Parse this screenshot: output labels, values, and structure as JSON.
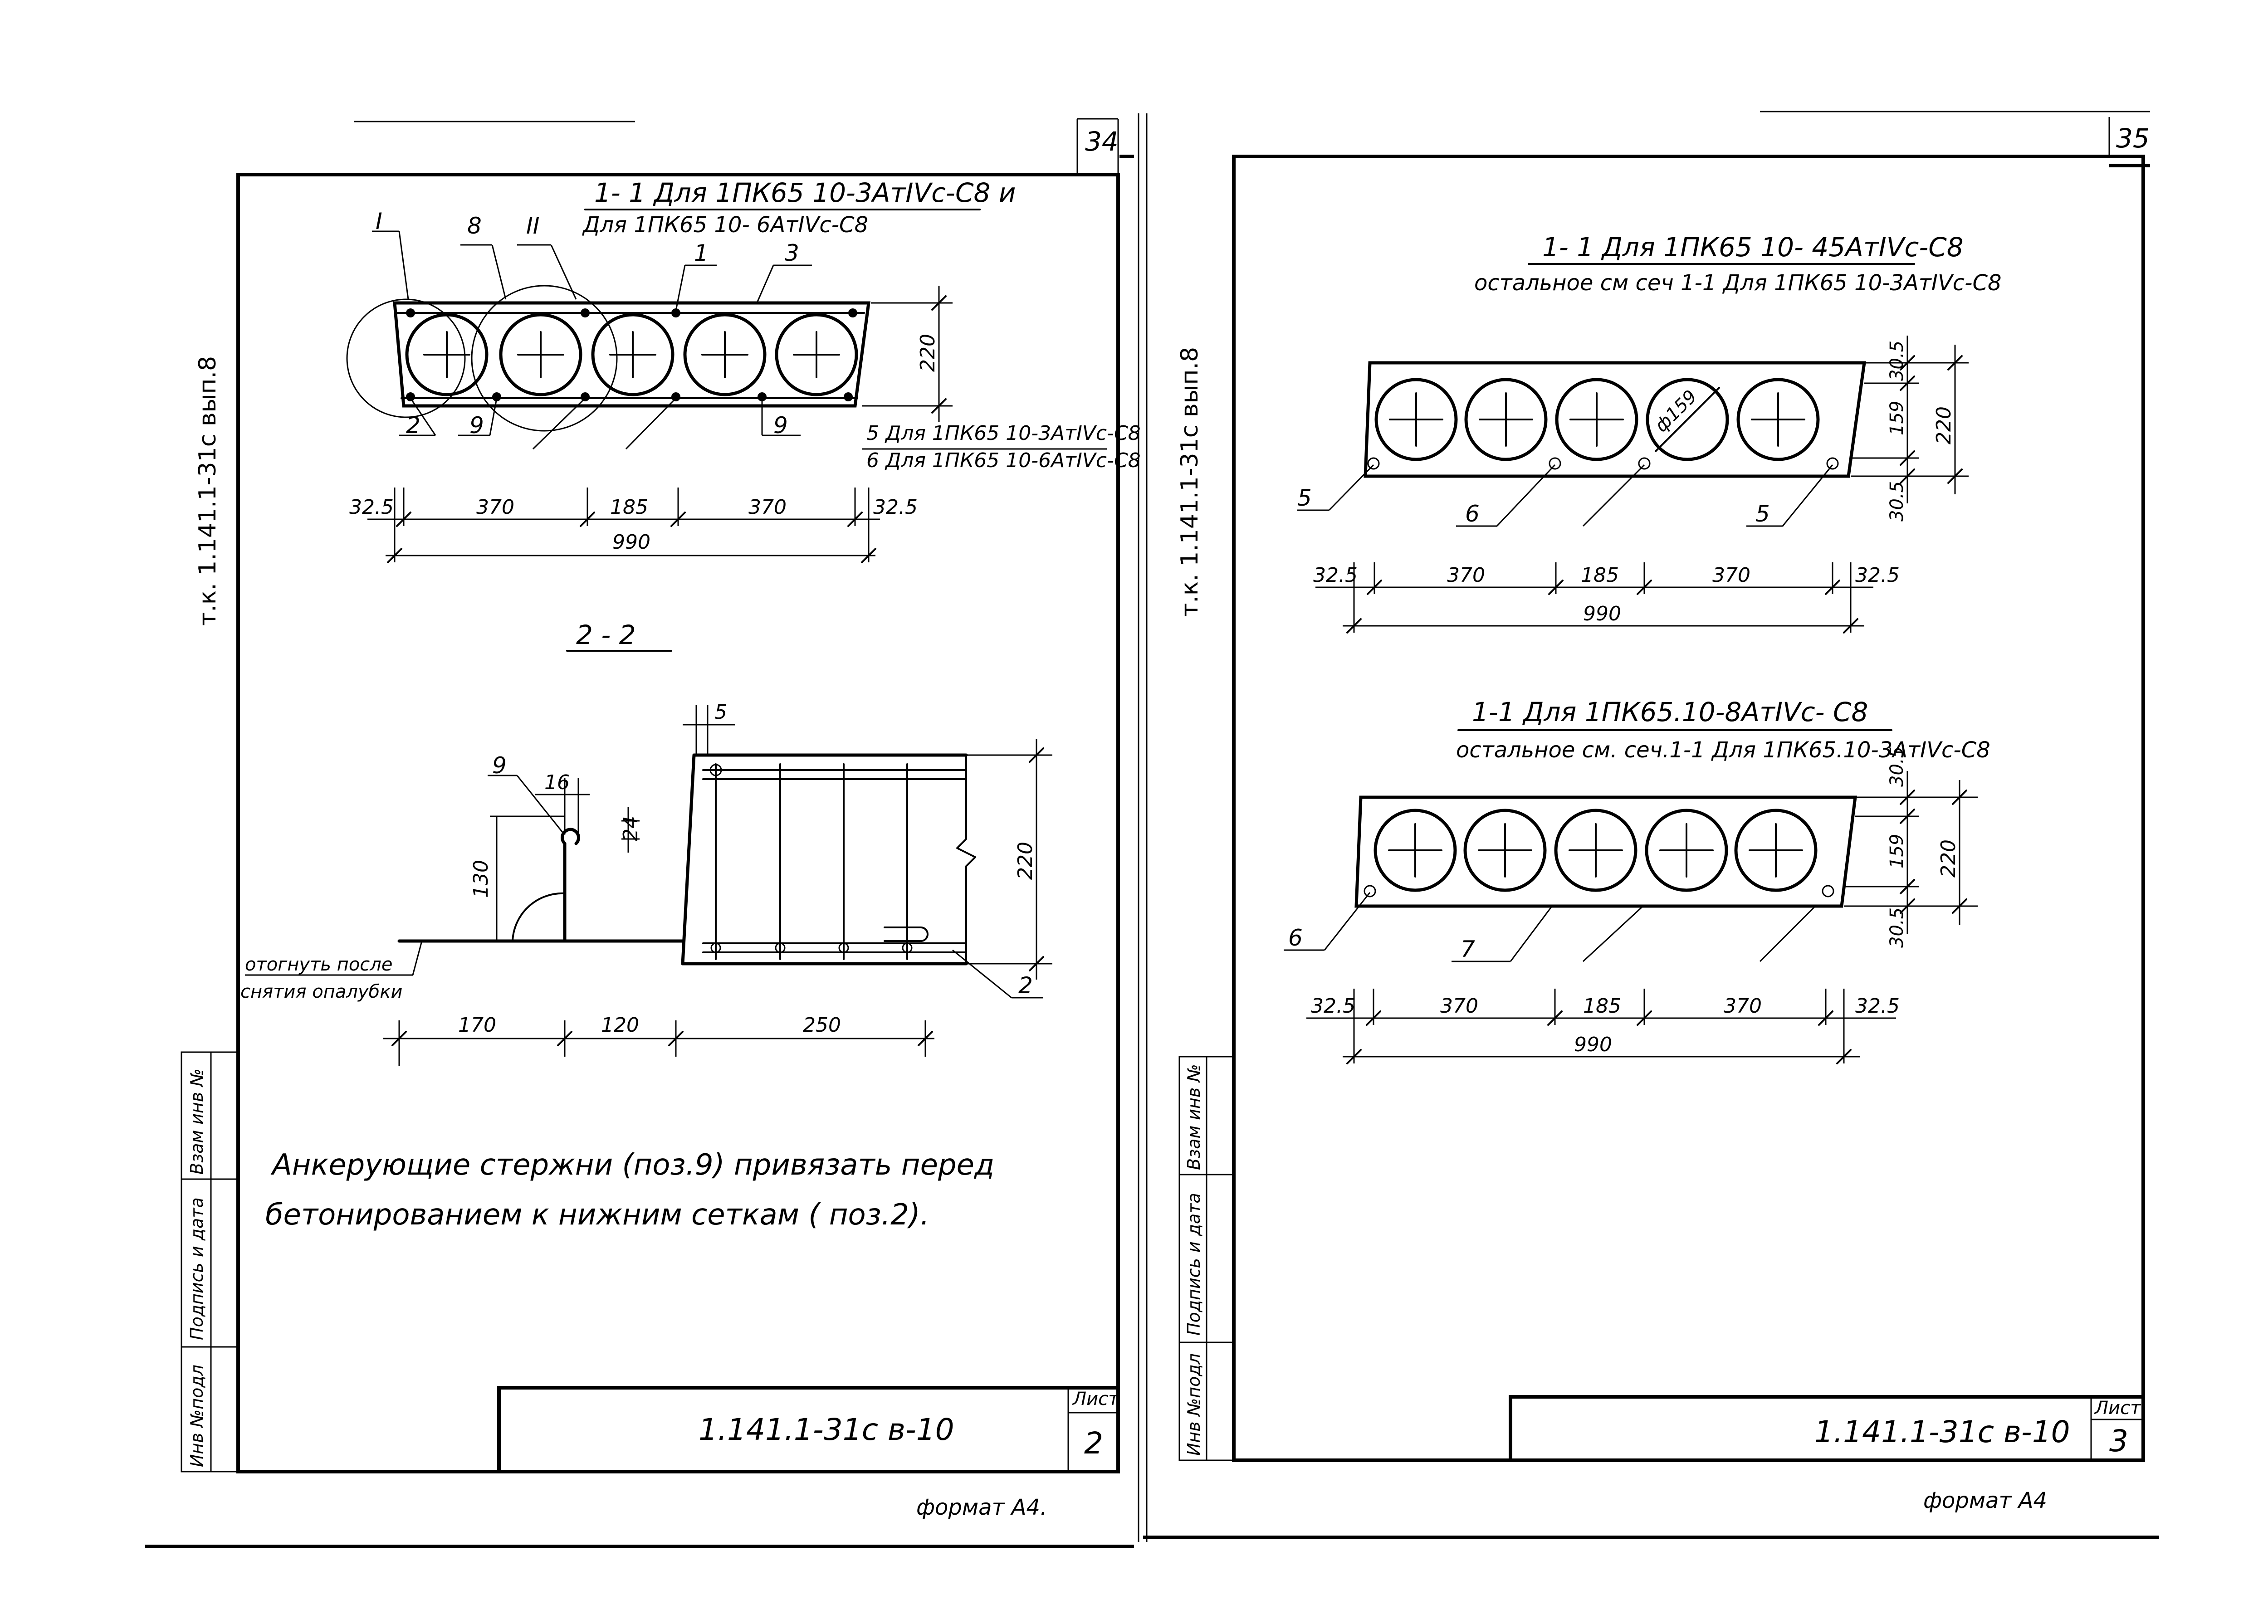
{
  "sheet_numbers": {
    "left": "34",
    "right": "35"
  },
  "series_vertical": "т.к. 1.141.1-31с вып.8",
  "side_block": [
    "Инв №подл",
    "Подпись и дата",
    "Взам инв №"
  ],
  "left": {
    "sec1_title": "1- 1 Для 1ПК65 10-3АтIVс-С8 и",
    "sec1_title2": "Для 1ПК65 10- 6АтIVс-С8",
    "callouts": {
      "I": "I",
      "8": "8",
      "II": "II",
      "1": "1",
      "3": "3",
      "2": "2",
      "9a": "9",
      "9b": "9",
      "dim220": "220"
    },
    "note5": "5 Для 1ПК65 10-3АтIVс-С8",
    "note6": "6 Для 1ПК65 10-6АтIVс-С8",
    "dims": [
      "32.5",
      "370",
      "185",
      "370",
      "32.5"
    ],
    "total": "990",
    "sec2_title": "2 - 2",
    "sec2": {
      "d5": "5",
      "d9": "9",
      "d16": "16",
      "d24": "24",
      "d130": "130",
      "d220": "220",
      "bend1": "отогнуть после",
      "bend2": "снятия опалубки",
      "dims": [
        "170",
        "120",
        "250"
      ],
      "pos2": "2"
    },
    "note_line1": "Анкерующие стержни (поз.9) привязать перед",
    "note_line2": "бетонированием к нижним сеткам ( поз.2).",
    "stamp_code": "1.141.1-31с в-10",
    "list_label": "Лист",
    "list_no": "2",
    "format": "формат А4."
  },
  "right": {
    "sec1_title": "1- 1 Для 1ПК65 10- 45АтIVс-С8",
    "sec1_sub": "остальное см сеч 1-1 Для 1ПК65 10-3АтIVс-С8",
    "sec1_phi": "ф159",
    "sec1_vdims": [
      "30.5",
      "159",
      "30.5"
    ],
    "sec1_h": "220",
    "sec1_pos": [
      "5",
      "6",
      "5"
    ],
    "sec1_dims": [
      "32.5",
      "370",
      "185",
      "370",
      "32.5"
    ],
    "sec1_total": "990",
    "sec2_title": "1-1 Для 1ПК65.10-8АтIVс- С8",
    "sec2_sub": "остальное см. сеч.1-1 Для 1ПК65.10-3АтIVс-С8",
    "sec2_vdims": [
      "30.5",
      "159",
      "30.5"
    ],
    "sec2_h": "220",
    "sec2_pos": [
      "6",
      "7"
    ],
    "sec2_dims": [
      "32.5",
      "370",
      "185",
      "370",
      "32.5"
    ],
    "sec2_total": "990",
    "stamp_code": "1.141.1-31с в-10",
    "list_label": "Лист",
    "list_no": "3",
    "format": "формат А4"
  }
}
